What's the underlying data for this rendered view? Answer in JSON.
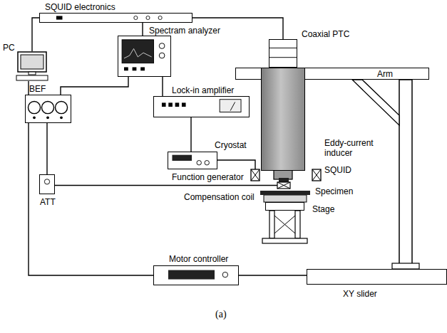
{
  "diagram": {
    "caption": "(a)",
    "nodes": [
      {
        "text": [
          "SQUID electronics"
        ]
      },
      {
        "text": [
          "PC"
        ]
      },
      {
        "text": [
          "Spectram analyzer"
        ]
      },
      {
        "text": [
          "Coaxial PTC"
        ]
      },
      {
        "text": [
          "Arm"
        ]
      },
      {
        "text": [
          "Lock-in amplifier"
        ]
      },
      {
        "text": [
          "BEF"
        ]
      },
      {
        "text": [
          "Cryostat"
        ]
      },
      {
        "text": [
          "Function generator"
        ]
      },
      {
        "text": [
          "Eddy-current inducer"
        ]
      },
      {
        "text": [
          "ATT"
        ]
      },
      {
        "text": [
          "SQUID"
        ]
      },
      {
        "text": [
          "Compensation coil"
        ]
      },
      {
        "text": [
          "Specimen"
        ]
      },
      {
        "text": [
          "Stage"
        ]
      },
      {
        "text": [
          "Motor controller"
        ]
      },
      {
        "text": [
          "XY slider"
        ]
      }
    ],
    "edges": [
      {
        "from": 0,
        "to": 1,
        "arrow": "none"
      },
      {
        "from": 0,
        "to": 2,
        "arrow": "none"
      },
      {
        "from": 0,
        "to": 3,
        "arrow": "none"
      },
      {
        "from": 2,
        "to": 5,
        "arrow": "none"
      },
      {
        "from": 2,
        "to": 6,
        "arrow": "none"
      },
      {
        "from": 5,
        "to": 8,
        "arrow": "none"
      },
      {
        "from": 8,
        "to": 9,
        "arrow": "none"
      },
      {
        "from": 6,
        "to": 10,
        "arrow": "none"
      },
      {
        "from": 10,
        "to": 12,
        "arrow": "none"
      },
      {
        "from": 1,
        "to": 15,
        "arrow": "none"
      },
      {
        "from": 15,
        "to": 16,
        "arrow": "none"
      }
    ]
  }
}
